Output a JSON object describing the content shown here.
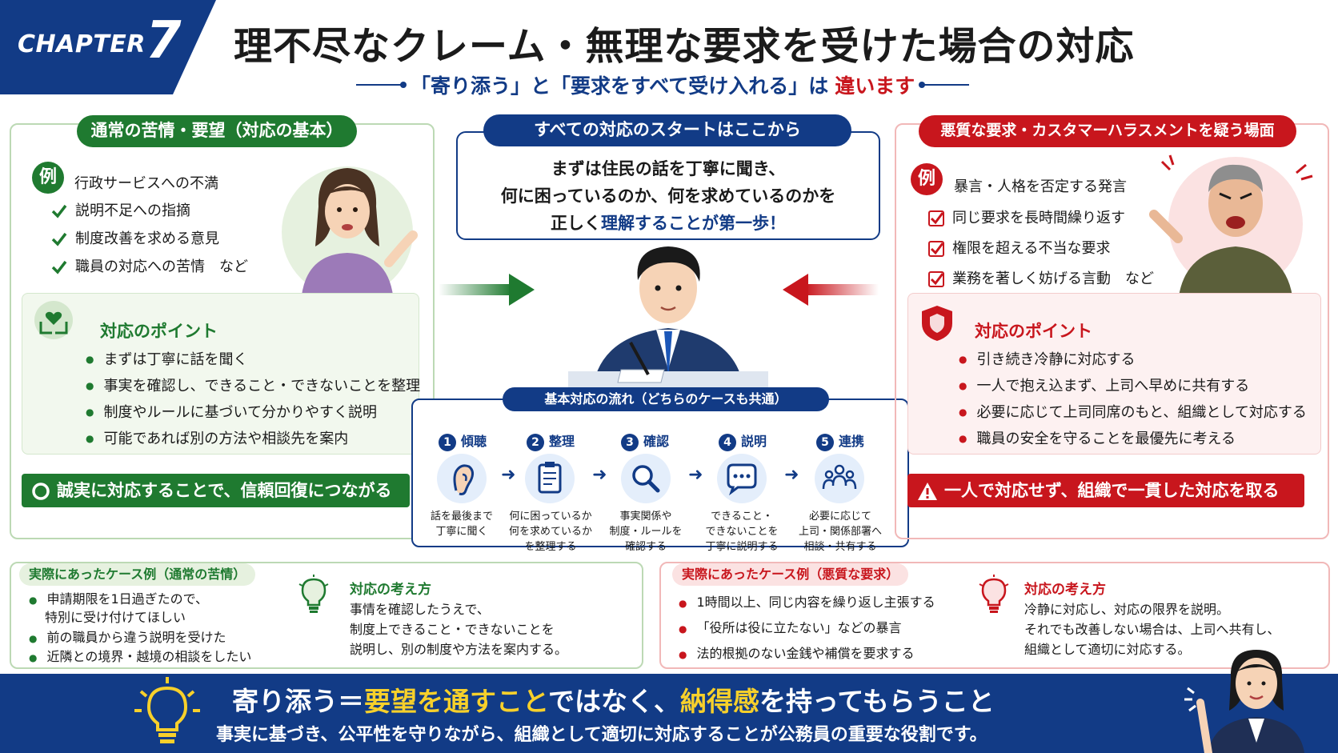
{
  "header": {
    "chapter_word": "CHAPTER",
    "chapter_num": "7",
    "title": "理不尽なクレーム・無理な要求を受けた場合の対応",
    "subtitle_a": "「寄り添う」と「要求をすべて受け入れる」は",
    "subtitle_b": "違います"
  },
  "left": {
    "pill": "通常の苦情・要望（対応の基本）",
    "rei": "例",
    "example_title": "行政サービスへの不満",
    "examples": [
      "説明不足への指摘",
      "制度改善を求める意見",
      "職員の対応への苦情　など"
    ],
    "point_title": "対応のポイント",
    "points": [
      "まずは丁寧に話を聞く",
      "事実を確認し、できること・できないことを整理",
      "制度やルールに基づいて分かりやすく説明",
      "可能であれば別の方法や相談先を案内"
    ],
    "banner": "誠実に対応することで、信頼回復につながる"
  },
  "center": {
    "pill": "すべての対応のスタートはここから",
    "line1": "まずは住民の話を丁寧に聞き、",
    "line2": "何に困っているのか、何を求めているのかを",
    "line3_a": "正しく",
    "line3_b": "理解することが第一歩！",
    "flow_title": "基本対応の流れ（どちらのケースも共通）",
    "steps": [
      {
        "num": "1",
        "label": "傾聴",
        "icon": "ear-icon",
        "desc1": "話を最後まで",
        "desc2": "丁寧に聞く",
        "desc3": ""
      },
      {
        "num": "2",
        "label": "整理",
        "icon": "clipboard-icon",
        "desc1": "何に困っているか",
        "desc2": "何を求めているか",
        "desc3": "を整理する"
      },
      {
        "num": "3",
        "label": "確認",
        "icon": "magnifier-icon",
        "desc1": "事実関係や",
        "desc2": "制度・ルールを",
        "desc3": "確認する"
      },
      {
        "num": "4",
        "label": "説明",
        "icon": "speech-bubble-icon",
        "desc1": "できること・",
        "desc2": "できないことを",
        "desc3": "丁寧に説明する"
      },
      {
        "num": "5",
        "label": "連携",
        "icon": "team-icon",
        "desc1": "必要に応じて",
        "desc2": "上司・関係部署へ",
        "desc3": "相談・共有する"
      }
    ]
  },
  "right": {
    "pill": "悪質な要求・カスタマーハラスメントを疑う場面",
    "rei": "例",
    "example_title": "暴言・人格を否定する発言",
    "examples": [
      "同じ要求を長時間繰り返す",
      "権限を超える不当な要求",
      "業務を著しく妨げる言動　など"
    ],
    "point_title": "対応のポイント",
    "points": [
      "引き続き冷静に対応する",
      "一人で抱え込まず、上司へ早めに共有する",
      "必要に応じて上司同席のもと、組織として対応する",
      "職員の安全を守ることを最優先に考える"
    ],
    "banner": "一人で対応せず、組織で一貫した対応を取る"
  },
  "case_left": {
    "tag": "実際にあったケース例（通常の苦情）",
    "items": [
      "申請期限を1日過ぎたので、",
      "特別に受け付けてほしい",
      "前の職員から違う説明を受けた",
      "近隣との境界・越境の相談をしたい"
    ],
    "think_title": "対応の考え方",
    "think": [
      "事情を確認したうえで、",
      "制度上できること・できないことを",
      "説明し、別の制度や方法を案内する。"
    ]
  },
  "case_right": {
    "tag": "実際にあったケース例（悪質な要求）",
    "items": [
      "1時間以上、同じ内容を繰り返し主張する",
      "「役所は役に立たない」などの暴言",
      "法的根拠のない金銭や補償を要求する"
    ],
    "think_title": "対応の考え方",
    "think": [
      "冷静に対応し、対応の限界を説明。",
      "それでも改善しない場合は、上司へ共有し、",
      "組織として適切に対応する。"
    ]
  },
  "footer": {
    "a": "寄り添う＝",
    "b": "要望を通すこと",
    "c": "ではなく、",
    "d": "納得感",
    "e": "を持ってもらうこと",
    "sub": "事実に基づき、公平性を守りながら、組織として適切に対応することが公務員の重要な役割です。"
  },
  "colors": {
    "navy": "#123b86",
    "green": "#1f7a30",
    "red": "#c8161d",
    "yellow": "#f7d02b"
  }
}
